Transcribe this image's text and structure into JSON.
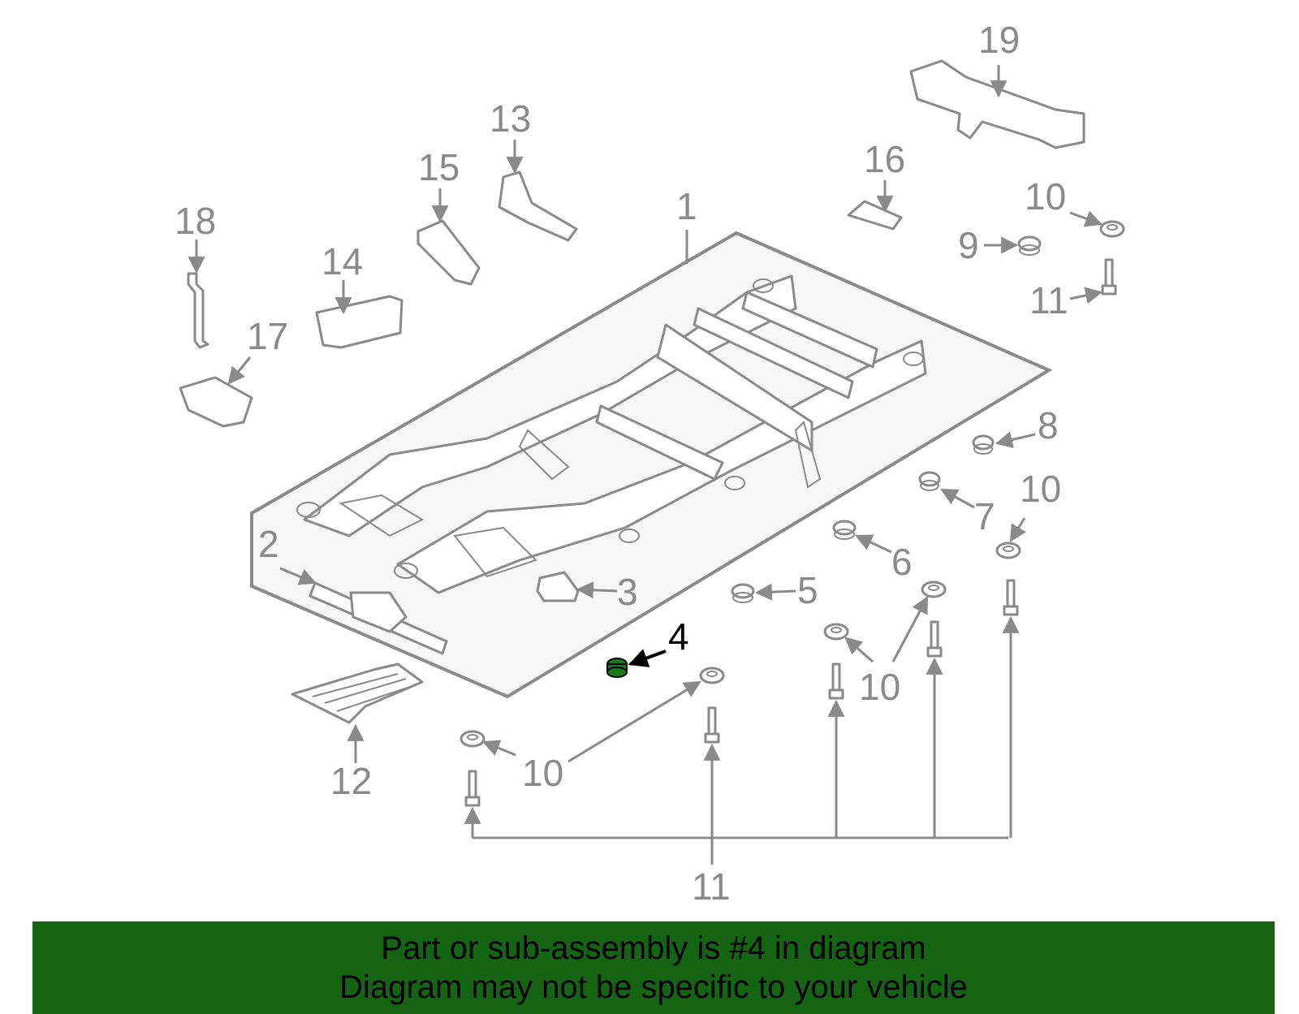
{
  "callouts": {
    "c1": "1",
    "c2": "2",
    "c3": "3",
    "c4": "4",
    "c5": "5",
    "c6": "6",
    "c7": "7",
    "c8": "8",
    "c9": "9",
    "c10a": "10",
    "c10b": "10",
    "c10c": "10",
    "c10d": "10",
    "c10e": "10",
    "c11a": "11",
    "c11b": "11",
    "c12": "12",
    "c13": "13",
    "c14": "14",
    "c15": "15",
    "c16": "16",
    "c17": "17",
    "c18": "18",
    "c19": "19"
  },
  "highlight": {
    "part_number": "4",
    "color": "#1a7a1a"
  },
  "banner": {
    "line1": "Part or sub-assembly is #4 in diagram",
    "line2": "Diagram may not be specific to your vehicle",
    "background": "#146414"
  }
}
